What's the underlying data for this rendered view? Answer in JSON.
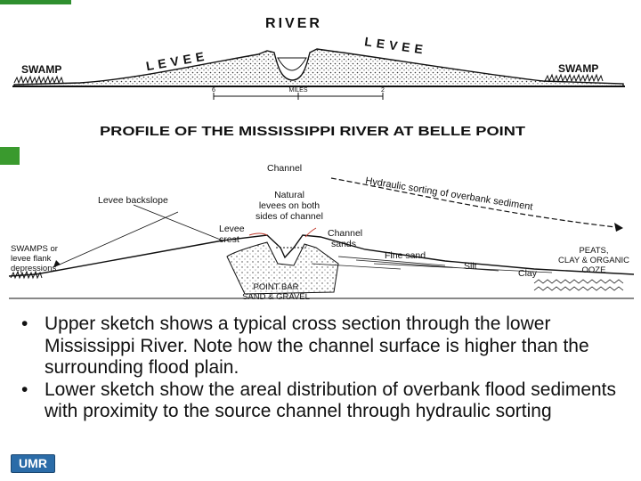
{
  "top_sketch": {
    "label_river": "RIVER",
    "label_levee_left": "LEVEE",
    "label_levee_right": "LEVEE",
    "label_swamp_left": "SWAMP",
    "label_swamp_right": "SWAMP",
    "scale_label": "MILES",
    "scale_left": "6",
    "scale_right": "2",
    "caption": "PROFILE OF THE MISSISSIPPI RIVER AT BELLE POINT"
  },
  "bottom_sketch": {
    "label_channel": "Channel",
    "label_hydraulic": "Hydraulic sorting of overbank sediment",
    "label_natural_levees": [
      "Natural",
      "levees on both",
      "sides of channel"
    ],
    "label_levee_backslope": "Levee backslope",
    "label_swamps": [
      "SWAMPS or",
      "levee flank",
      "depressions"
    ],
    "label_levee_crest": [
      "Levee",
      "crest"
    ],
    "label_channel_sands": [
      "Channel",
      "sands"
    ],
    "label_fine_sand": "Fine sand",
    "label_silt": "Silt",
    "label_clay": "Clay",
    "label_peats": [
      "PEATS,",
      "CLAY & ORGANIC",
      "OOZE"
    ],
    "label_point_bar": [
      "POINT BAR",
      "SAND & GRAVEL"
    ]
  },
  "bullets": [
    "Upper sketch shows a typical cross section through the lower Mississippi River.  Note how the channel surface is higher than the surrounding flood plain.",
    "Lower sketch show the areal distribution of overbank flood sediments with proximity to the source channel through hydraulic sorting"
  ],
  "bullet_char": "•",
  "logo_text": "UMR",
  "colors": {
    "accent_green": "#2f8f2f",
    "logo_blue": "#2b6ca8"
  }
}
